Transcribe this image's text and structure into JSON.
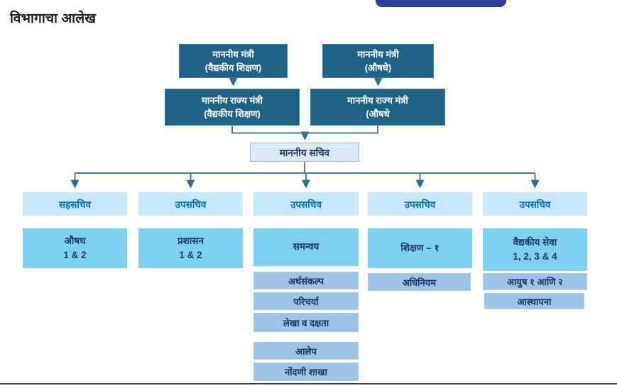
{
  "page": {
    "title": "विभागाचा आलेख"
  },
  "colors": {
    "dark_node_bg": "#1E6286",
    "branch_header_bg": "#C6E8F8",
    "branch_header_text": "#0070C0",
    "dept_node_bg": "#7ED0F1",
    "dept_node_text": "#1F3864",
    "sub_node_bg": "#9DC3E6",
    "secretary_node_bg": "#DCE9F7",
    "connector_line": "#2C6E92",
    "top_button": "#2E3D9B",
    "bottom_rule": "#3C3C3C"
  },
  "org_chart": {
    "ministers": [
      {
        "line1": "माननीय मंत्री",
        "line2": "(वैद्यकीय शिक्षण)"
      },
      {
        "line1": "माननीय मंत्री",
        "line2": "(औषधे)"
      }
    ],
    "state_ministers": [
      {
        "line1": "माननीय राज्य मंत्री",
        "line2": "(वैद्यकीय शिक्षण)"
      },
      {
        "line1": "माननीय राज्य मंत्री",
        "line2": "(औषधे"
      }
    ],
    "secretary": "माननीय सचिव",
    "branches": [
      {
        "header": "सहसचिव",
        "dept1": "औषध",
        "dept2": "1 & 2",
        "subs": []
      },
      {
        "header": "उपसचिव",
        "dept1": "प्रशासन",
        "dept2": "1 & 2",
        "subs": []
      },
      {
        "header": "उपसचिव",
        "dept1": "समन्वय",
        "dept2": "",
        "subs": [
          "अर्थसंकल्प",
          "परिचर्या",
          "लेखा व दक्षता",
          "आलेप",
          "नोंदणी शाखा"
        ]
      },
      {
        "header": "उपसचिव",
        "dept1": "शिक्षण – १",
        "dept2": "",
        "subs": [
          "अधिनियम"
        ]
      },
      {
        "header": "उपसचिव",
        "dept1": "वैद्यकीय सेवा",
        "dept2": "1, 2, 3 & 4",
        "subs": [
          "आयुष १ आणि २",
          "आस्थापना"
        ]
      }
    ]
  }
}
